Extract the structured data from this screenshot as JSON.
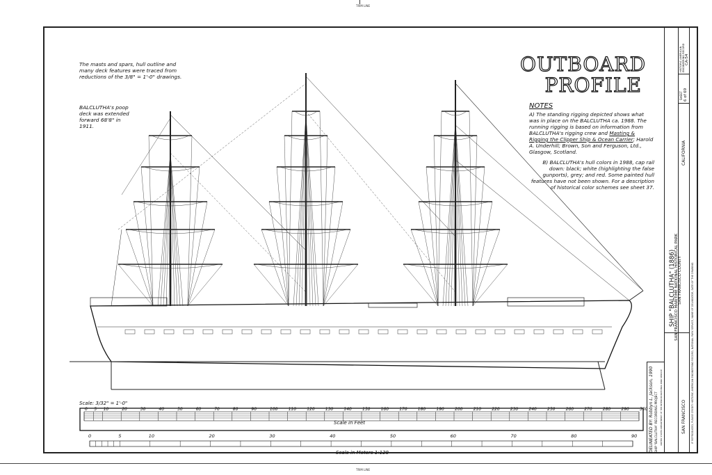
{
  "trim_line": "TRIM LINE",
  "title": [
    "OUTBOARD",
    "PROFILE"
  ],
  "left_note": "The masts and spars, hull outline and many deck features were traced from reductions of the 3/8\" = 1'-0\" drawings.",
  "poop_note": "BALCLUTHA's poop deck was extended forward 68'8\" in 1911.",
  "notes": {
    "heading": "NOTES",
    "a_prefix": "A) The standing rigging depicted shows what was in place on the BALCLUTHA ca. 1988. The running rigging is based on information from BALCLUTHA's rigging crew and ",
    "a_book": "Masting & Rigging the Clipper Ship & Ocean Carrier",
    "a_suffix": "; Harold A. Underhill; Brown, Son and Ferguson, Ltd., Glasgow, Scotland.",
    "b": "B) BALCLUTHA's hull colors in 1988, cap rail down: black; white (highlighting the false gunports), grey; and red. Some painted hull features have not been shown. For a description of historical color schemes see sheet 37."
  },
  "scale": {
    "label": "Scale: 3/32\" = 1'-0\"",
    "feet_ticks": [
      0,
      5,
      10,
      20,
      30,
      40,
      50,
      60,
      70,
      80,
      90,
      100,
      110,
      120,
      130,
      140,
      150,
      160,
      170,
      180,
      190,
      200,
      210,
      220,
      230,
      240,
      250,
      260,
      270,
      280,
      290,
      300
    ],
    "feet_caption": "Scale in Feet",
    "meter_ticks": [
      0,
      5,
      10,
      20,
      30,
      40,
      50,
      60,
      70,
      80,
      90
    ],
    "meter_caption": "Scale in Meters 1:128"
  },
  "title_block": {
    "ship": "SHIP \"BALCLUTHA\" (1886)",
    "park": "SAN FRANCISCO MARITIME NATIONAL HISTORICAL PARK",
    "county": "SAN FRANCISCO COUNTY",
    "city": "SAN FRANCISCO",
    "state": "CALIFORNIA",
    "delineator": "DELINEATED BY: Robbyn L. Jackson, 1990",
    "project": "SHIP \"BALCLUTHA\" RECORDING PROJECT",
    "agency": "UNITED STATES DEPARTMENT OF THE INTERIOR NATIONAL PARK SERVICE",
    "credit": "IF REPRODUCED, PLEASE CREDIT: HISTORIC AMERICAN ENGINEERING RECORD, NATIONAL PARK SERVICE, NAME OF DELINEATOR, DATE OF THE DRAWING",
    "sheet_label": "SHEET",
    "sheet_num": "6 of 69",
    "record": "HISTORIC AMERICAN ENGINEERING RECORD",
    "record_id": "CA-54"
  }
}
